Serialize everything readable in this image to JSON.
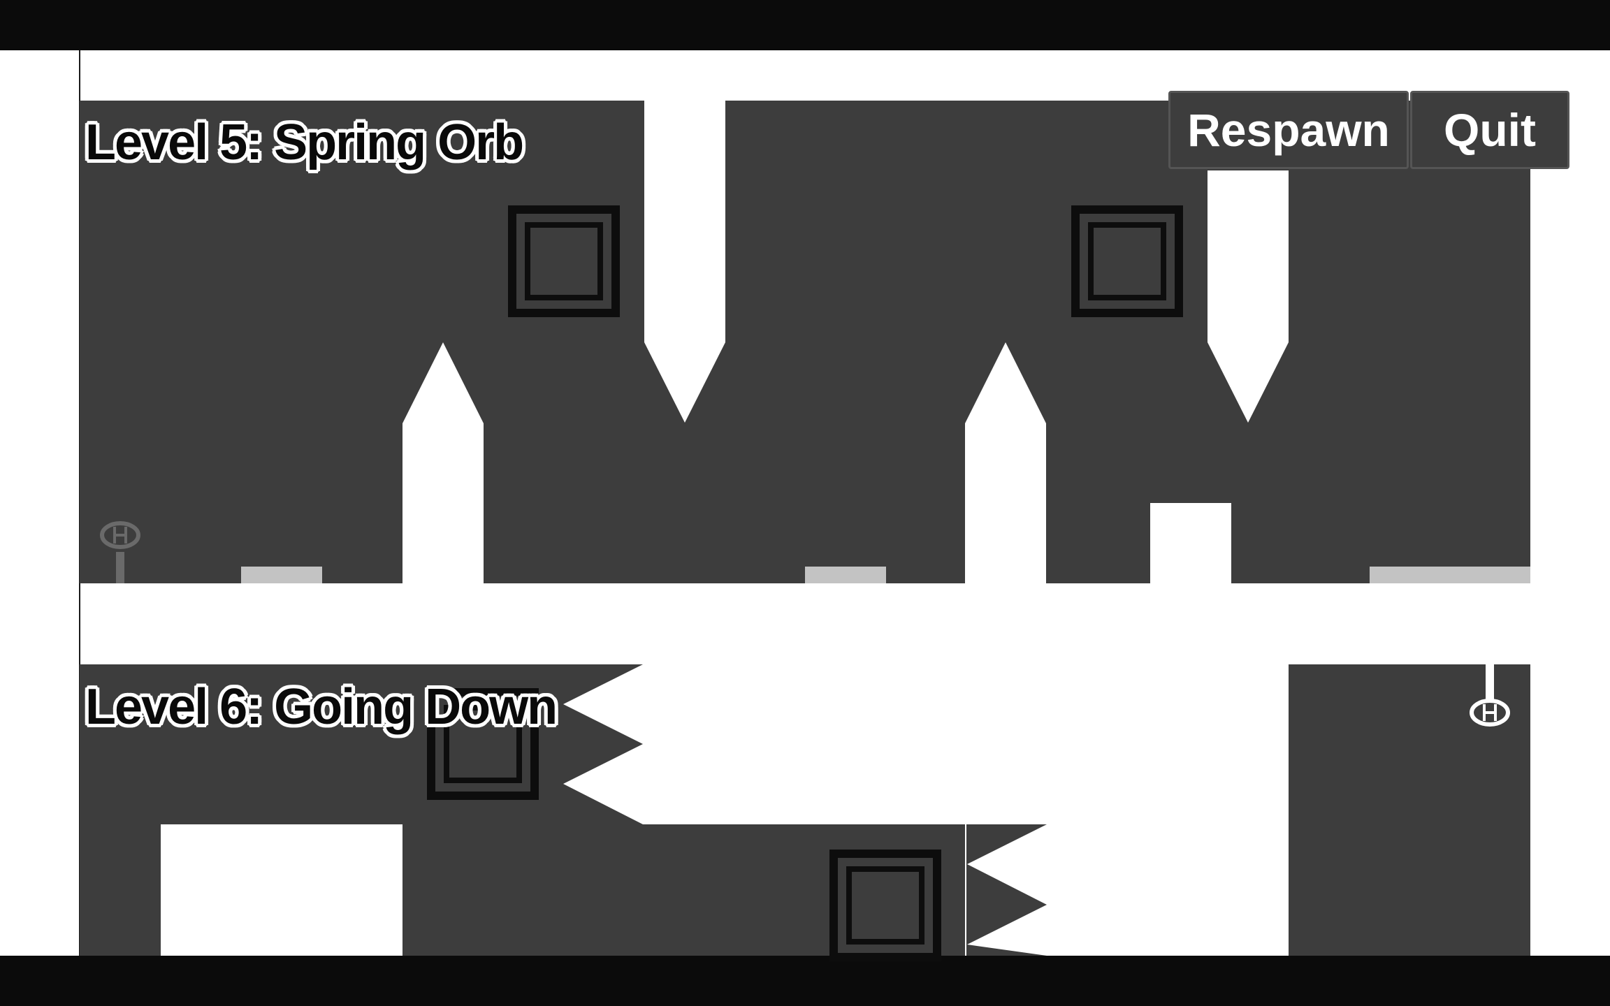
{
  "hud": {
    "respawn_label": "Respawn",
    "quit_label": "Quit"
  },
  "levels": [
    {
      "title": "Level 5: Spring Orb"
    },
    {
      "title": "Level 6: Going Down"
    }
  ],
  "colors": {
    "wall": "#3d3d3d",
    "space": "#ffffff",
    "platform": "#c3c3c3",
    "letterbox": "#0b0b0b",
    "checkpoint": "#6a6a6a"
  }
}
